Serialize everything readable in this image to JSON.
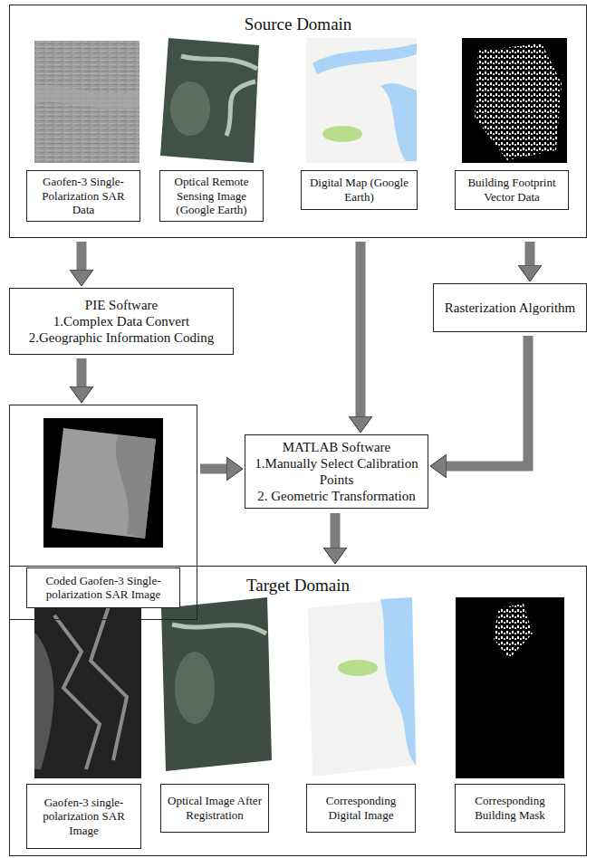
{
  "diagram": {
    "nodes": [
      {
        "text": [
          "Source Domain"
        ]
      },
      {
        "text": [
          "Gaofen-3 Single-Polarization SAR Data"
        ],
        "in": 0
      },
      {
        "text": [
          "Optical Remote Sensing Image (Google Earth)"
        ],
        "in": 0
      },
      {
        "text": [
          "Digital Map (Google Earth)"
        ],
        "in": 0
      },
      {
        "text": [
          "Building Footprint Vector Data"
        ],
        "in": 0
      },
      {
        "text": [
          "PIE Software",
          "1.Complex Data Convert",
          "2.Geographic Information Coding"
        ]
      },
      {
        "text": [
          "Rasterization Algorithm"
        ]
      },
      {
        "text": [
          "Coded Gaofen-3 Single-polarization SAR Image"
        ]
      },
      {
        "text": [
          "MATLAB Software",
          "1.Manually Select Calibration Points",
          "2. Geometric Transformation"
        ]
      },
      {
        "text": [
          "Target Domain"
        ]
      },
      {
        "text": [
          "Gaofen-3 single-polarization SAR Image"
        ],
        "in": 9
      },
      {
        "text": [
          "Optical Image After Registration"
        ],
        "in": 9
      },
      {
        "text": [
          "Corresponding Digital Image"
        ],
        "in": 9
      },
      {
        "text": [
          "Corresponding Building Mask"
        ],
        "in": 9
      }
    ],
    "edges": [
      {
        "from": 0,
        "to": 5,
        "arrow": "to"
      },
      {
        "from": 0,
        "to": 8,
        "arrow": "to"
      },
      {
        "from": 0,
        "to": 6,
        "arrow": "to"
      },
      {
        "from": 5,
        "to": 7,
        "arrow": "to"
      },
      {
        "from": 7,
        "to": 8,
        "arrow": "to"
      },
      {
        "from": 6,
        "to": 8,
        "arrow": "to"
      },
      {
        "from": 8,
        "to": 9,
        "arrow": "to"
      }
    ]
  }
}
